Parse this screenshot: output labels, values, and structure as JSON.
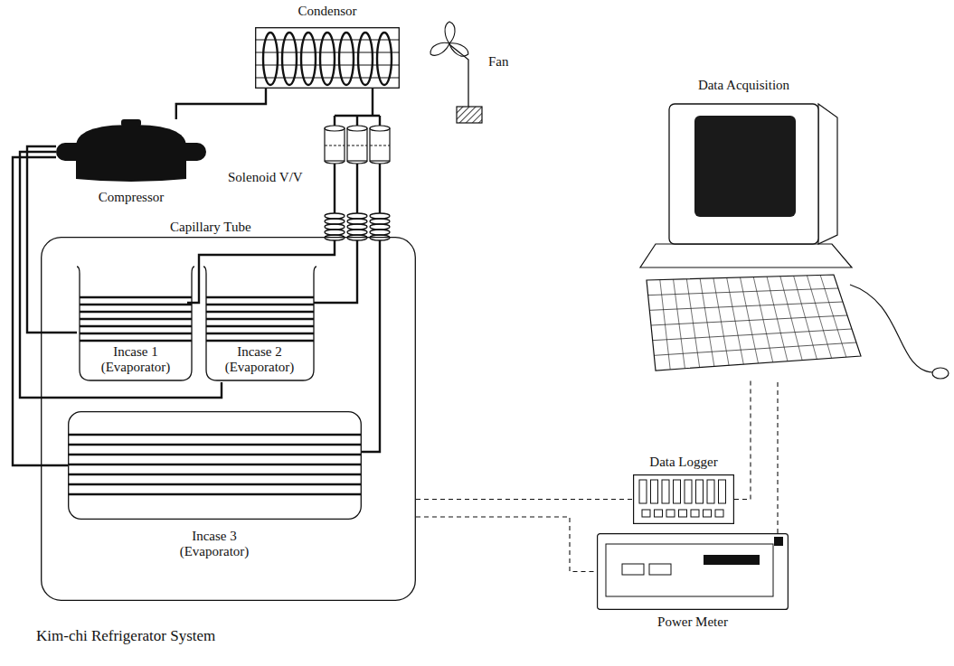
{
  "diagram": {
    "nodes": [
      {
        "text": [
          "Kim-chi Refrigerator System"
        ]
      },
      {
        "text": [
          "Incase 1 (Evaporator)"
        ],
        "in": 0
      },
      {
        "text": [
          "Incase 2 (Evaporator)"
        ],
        "in": 0
      },
      {
        "text": [
          "Incase 3 (Evaporator)"
        ],
        "in": 0
      },
      {
        "text": [
          "Condensor"
        ]
      },
      {
        "text": [
          "Compressor"
        ]
      },
      {
        "text": [
          "Data Acquisition"
        ]
      },
      {
        "text": [
          "Data Logger"
        ]
      },
      {
        "text": [
          "Power Meter"
        ]
      }
    ],
    "edges": [
      {
        "from": 5,
        "to": 4,
        "arrow": "none"
      },
      {
        "from": 1,
        "to": 5,
        "arrow": "none"
      },
      {
        "from": 2,
        "to": 5,
        "arrow": "none"
      },
      {
        "from": 3,
        "to": 5,
        "arrow": "none"
      },
      {
        "from": 0,
        "to": 7,
        "arrow": "none"
      },
      {
        "from": 0,
        "to": 8,
        "arrow": "none"
      },
      {
        "from": 7,
        "to": 6,
        "arrow": "none"
      },
      {
        "from": 8,
        "to": 6,
        "arrow": "none"
      }
    ],
    "labels": [
      "Fan",
      "Solenoid V/V",
      "Capillary Tube"
    ]
  }
}
